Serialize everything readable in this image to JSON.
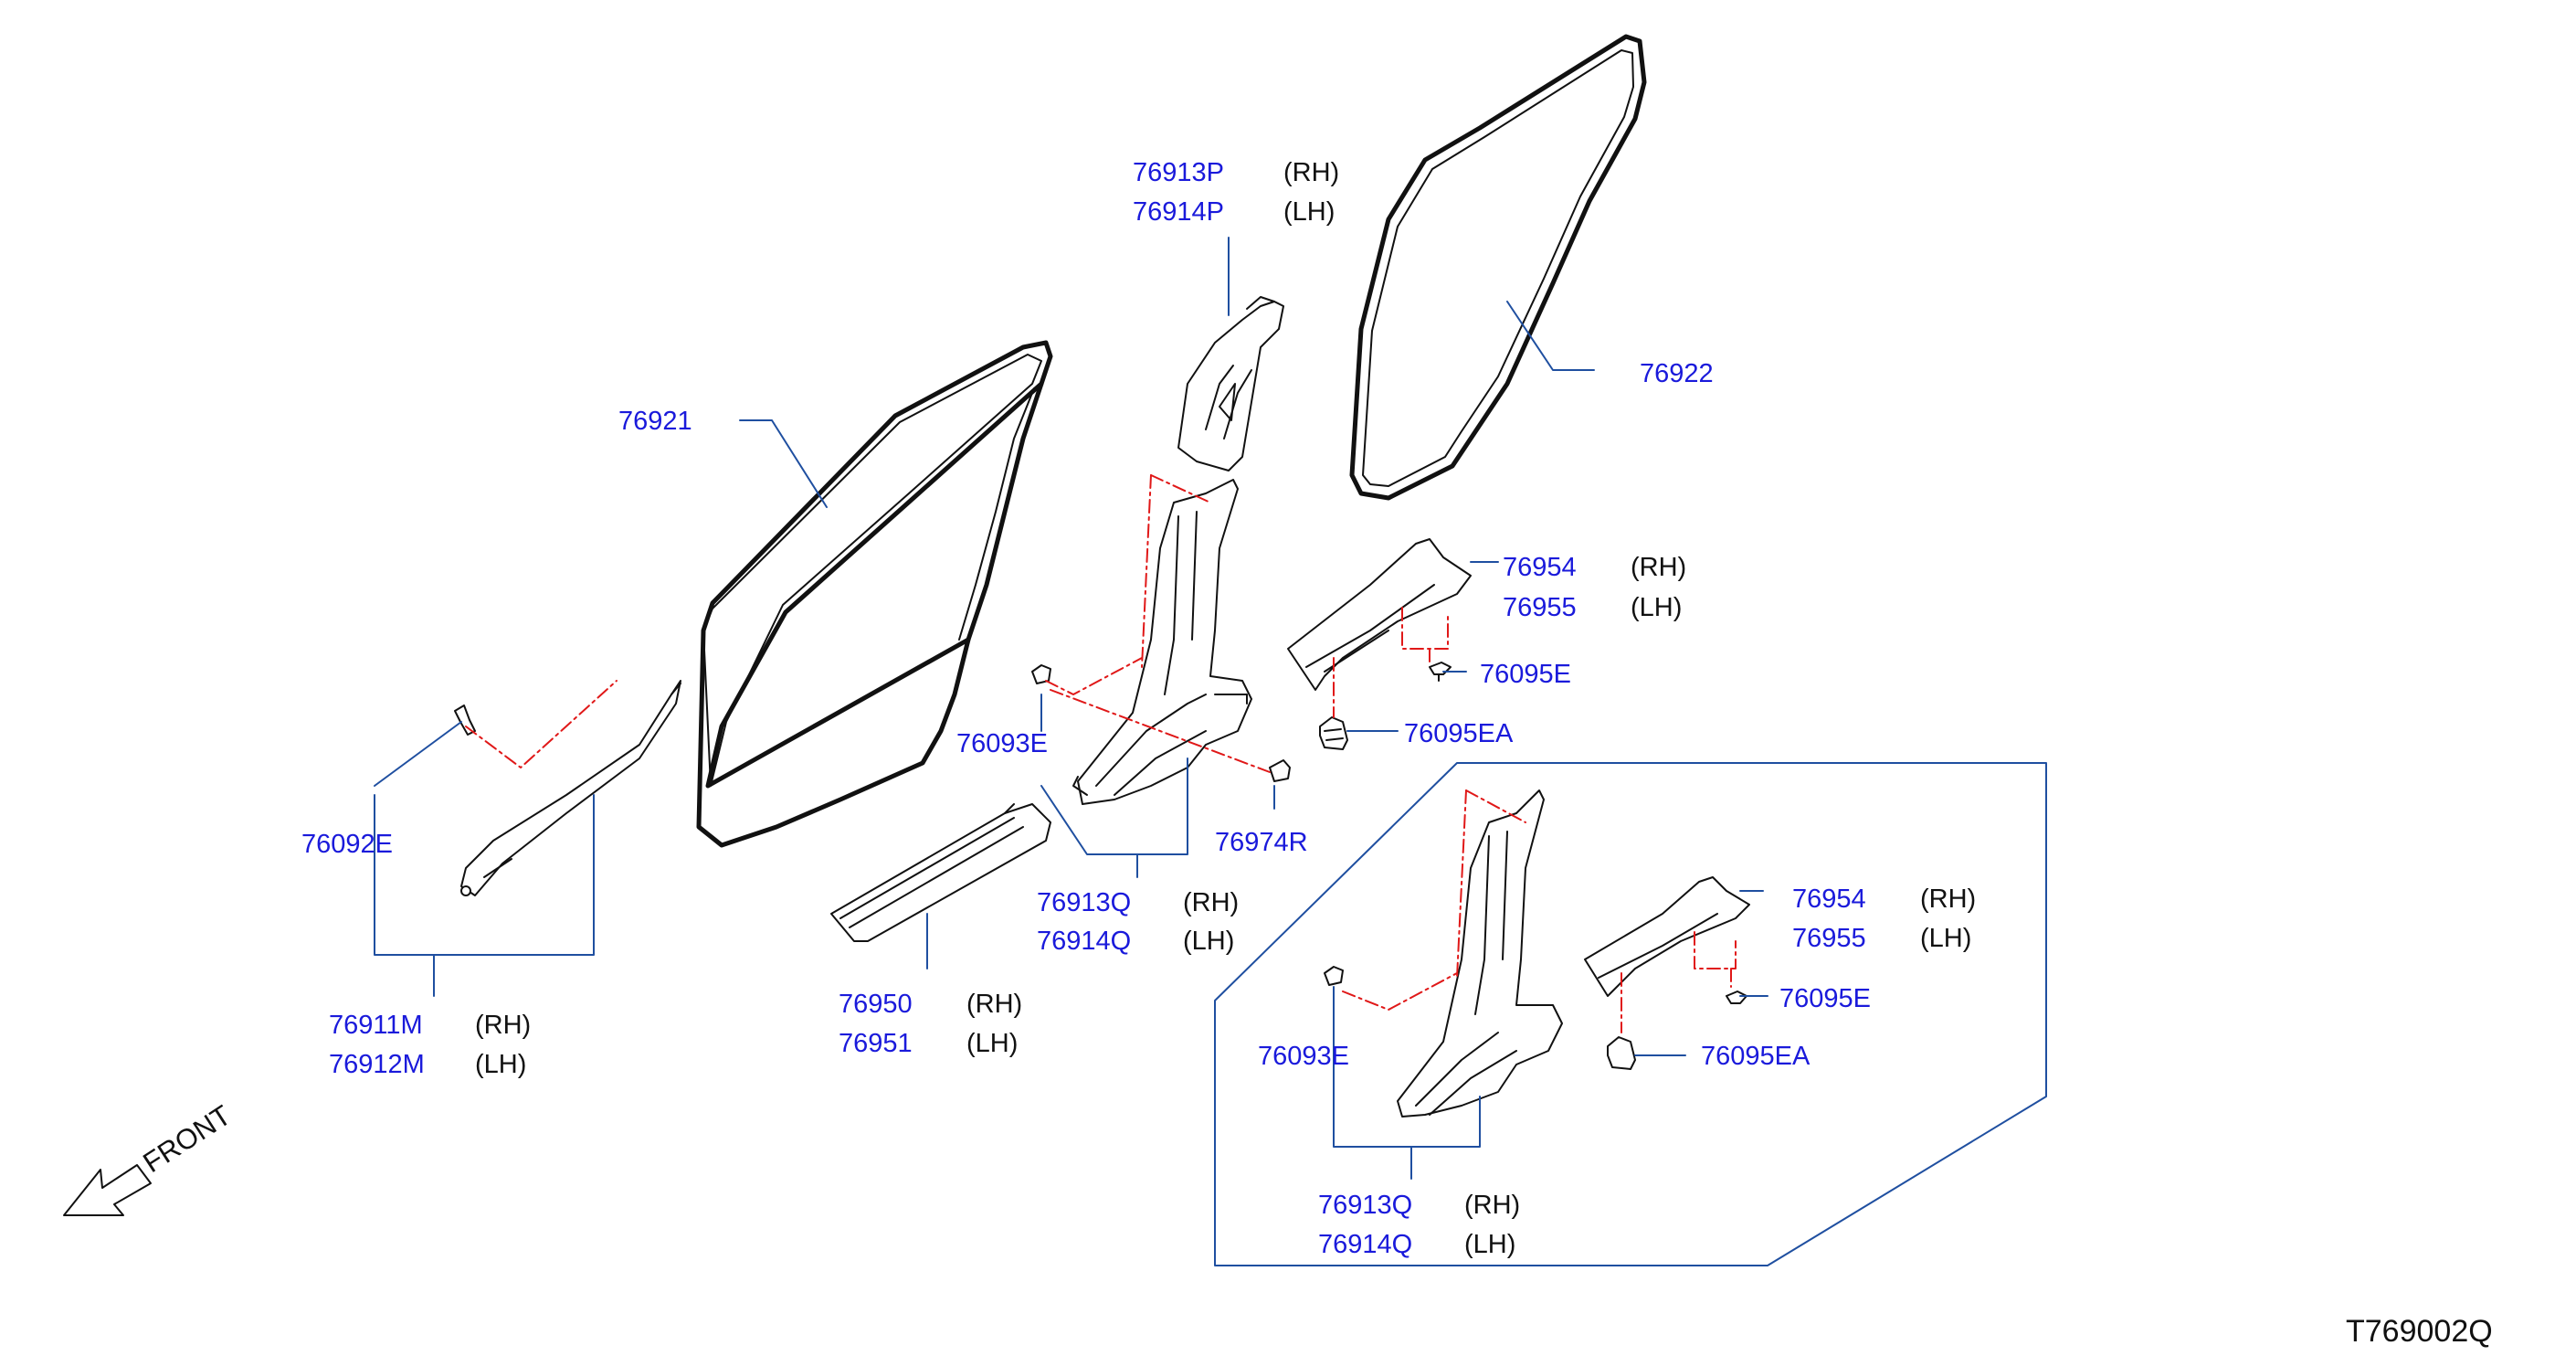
{
  "drawing_id": "T769002Q",
  "front_label": "FRONT",
  "callouts": [
    {
      "part": "76913P",
      "side": "(RH)"
    },
    {
      "part": "76914P",
      "side": "(LH)"
    },
    {
      "part": "76921",
      "side": ""
    },
    {
      "part": "76922",
      "side": ""
    },
    {
      "part": "76954",
      "side": "(RH)"
    },
    {
      "part": "76955",
      "side": "(LH)"
    },
    {
      "part": "76095E",
      "side": ""
    },
    {
      "part": "76095EA",
      "side": ""
    },
    {
      "part": "76093E",
      "side": ""
    },
    {
      "part": "76974R",
      "side": ""
    },
    {
      "part": "76092E",
      "side": ""
    },
    {
      "part": "76913Q",
      "side": "(RH)"
    },
    {
      "part": "76914Q",
      "side": "(LH)"
    },
    {
      "part": "76911M",
      "side": "(RH)"
    },
    {
      "part": "76912M",
      "side": "(LH)"
    },
    {
      "part": "76950",
      "side": "(RH)"
    },
    {
      "part": "76951",
      "side": "(LH)"
    },
    {
      "part": "76954",
      "side": "(RH)"
    },
    {
      "part": "76955",
      "side": "(LH)"
    },
    {
      "part": "76095E",
      "side": ""
    },
    {
      "part": "76093E",
      "side": ""
    },
    {
      "part": "76095EA",
      "side": ""
    },
    {
      "part": "76913Q",
      "side": "(RH)"
    },
    {
      "part": "76914Q",
      "side": "(LH)"
    }
  ]
}
